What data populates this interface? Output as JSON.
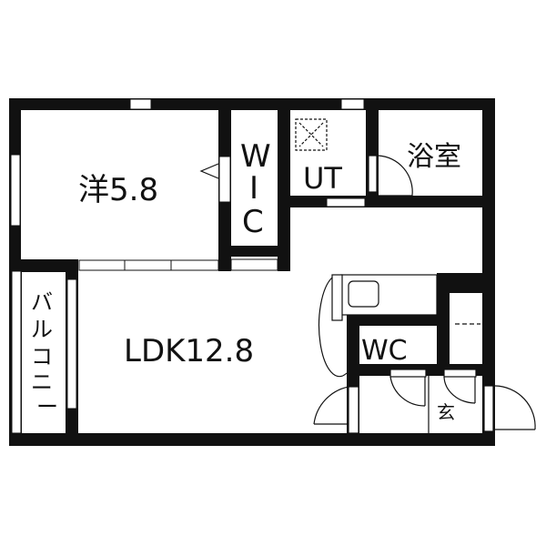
{
  "floorplan": {
    "colors": {
      "wall": "#111111",
      "background": "#ffffff",
      "line": "#111111"
    },
    "rooms": {
      "western_room": {
        "label": "洋5.8",
        "type": "Western-style room",
        "size_jo": 5.8
      },
      "wic": {
        "label_w": "W",
        "label_i": "I",
        "label_c": "C",
        "type": "Walk-in closet"
      },
      "utility": {
        "label": "UT",
        "type": "Utility / washroom"
      },
      "bathroom": {
        "label": "浴室",
        "type": "Bathroom"
      },
      "ldk": {
        "label": "LDK12.8",
        "type": "Living Dining Kitchen",
        "size_jo": 12.8
      },
      "toilet": {
        "label": "WC",
        "type": "Toilet"
      },
      "entrance": {
        "label": "玄",
        "type": "Entrance"
      },
      "balcony": {
        "label_1": "バ",
        "label_2": "ル",
        "label_3": "コ",
        "label_4": "ニ",
        "label_5": "ー",
        "type": "Balcony"
      }
    },
    "symbols": {
      "washer": "washing-machine-pan-icon",
      "sink": "kitchen-sink-icon"
    }
  }
}
